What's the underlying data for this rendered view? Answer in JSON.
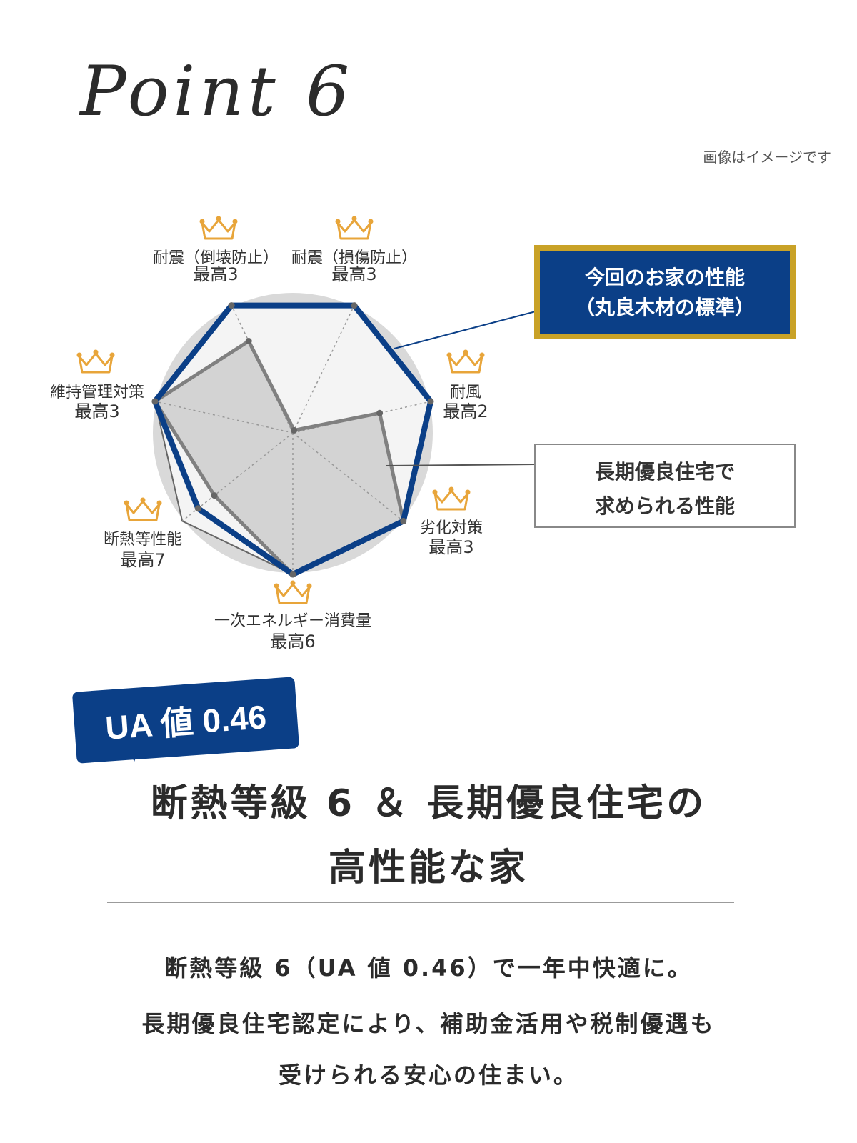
{
  "header": {
    "title": "Point 6",
    "disclaimer": "画像はイメージです"
  },
  "chart_data": {
    "type": "radar",
    "axes": [
      {
        "label": "耐震（倒壊防止）",
        "max_label": "最高3"
      },
      {
        "label": "耐震（損傷防止）",
        "max_label": "最高3"
      },
      {
        "label": "耐風",
        "max_label": "最高2"
      },
      {
        "label": "劣化対策",
        "max_label": "最高3"
      },
      {
        "label": "一次エネルギー消費量",
        "max_label": "最高6"
      },
      {
        "label": "断熱等性能",
        "max_label": "最高7"
      },
      {
        "label": "維持管理対策",
        "max_label": "最高3"
      }
    ],
    "max_values": [
      3,
      3,
      2,
      3,
      6,
      7,
      3
    ],
    "series": [
      {
        "name": "今回のお家の性能（丸良木材の標準）",
        "values": [
          1.0,
          1.0,
          1.0,
          1.0,
          1.0,
          0.857,
          1.0
        ],
        "color": "#0b3f87"
      },
      {
        "name": "長期優良住宅で求められる性能",
        "values": [
          0.72,
          0.0,
          0.63,
          1.0,
          1.0,
          0.71,
          1.0
        ],
        "color": "#808080"
      }
    ],
    "background_circle_color": "#d9d9d9"
  },
  "legend": {
    "our_home_line1": "今回のお家の性能",
    "our_home_line2": "（丸良木材の標準）",
    "standard_line1": "長期優良住宅で",
    "standard_line2": "求められる性能"
  },
  "badge": {
    "text": "UA 値 0.46"
  },
  "headline": {
    "line1": "断熱等級 6 ＆ 長期優良住宅の",
    "line2": "高性能な家"
  },
  "body": {
    "line1": "断熱等級 6（UA 値 0.46）で一年中快適に。",
    "line2": "長期優良住宅認定により、補助金活用や税制優遇も",
    "line3": "受けられる安心の住まい。"
  },
  "colors": {
    "navy": "#0b3f87",
    "gold": "#c9a227",
    "crown": "#e8a53a",
    "gray_line": "#808080"
  },
  "icons": {
    "crown": "crown-icon"
  }
}
